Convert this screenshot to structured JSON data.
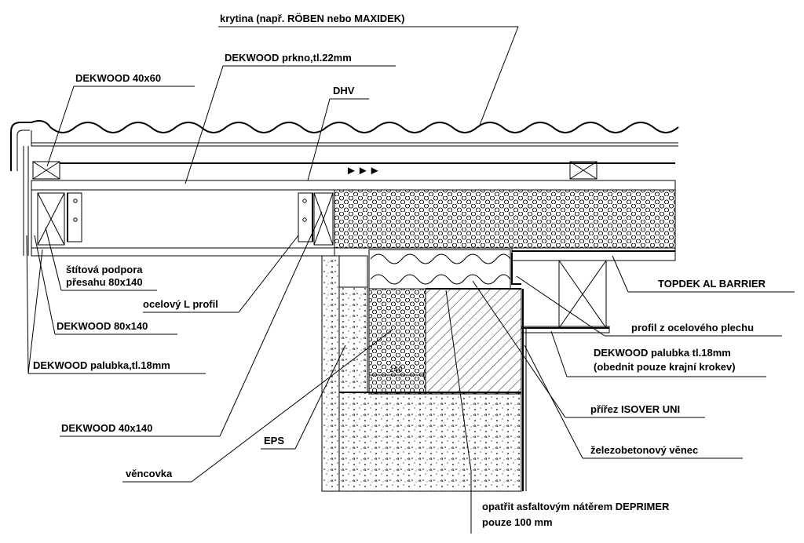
{
  "labels": {
    "krytina": "krytina (např.  RÖBEN nebo MAXIDEK)",
    "prkno": "DEKWOOD prkno,tl.22mm",
    "dekwood_40x60": "DEKWOOD 40x60",
    "dhv": "DHV",
    "podpora_1": "štítová podpora",
    "podpora_2": "přesahu 80x140",
    "l_profil": "ocelový L profil",
    "dekwood_80x140": "DEKWOOD 80x140",
    "palubka_18": "DEKWOOD palubka,tl.18mm",
    "dekwood_40x140": "DEKWOOD 40x140",
    "eps": "EPS",
    "vencovka": "věncovka",
    "topdek": "TOPDEK AL BARRIER",
    "profil_plech": "profil z ocelového plechu",
    "palubka_kraj_1": "DEKWOOD palubka tl.18mm",
    "palubka_kraj_2": "(obednit pouze krajní krokev)",
    "isover": "přířez ISOVER UNI",
    "venec": "železobetonový věnec",
    "deprimer_1": "opatřit asfaltovým nátěrem DEPRIMER",
    "deprimer_2": "pouze 100 mm",
    "dim_140": "140",
    "flow_arrows": "►►►"
  },
  "colors": {
    "ink": "#000000",
    "paper": "#ffffff"
  }
}
